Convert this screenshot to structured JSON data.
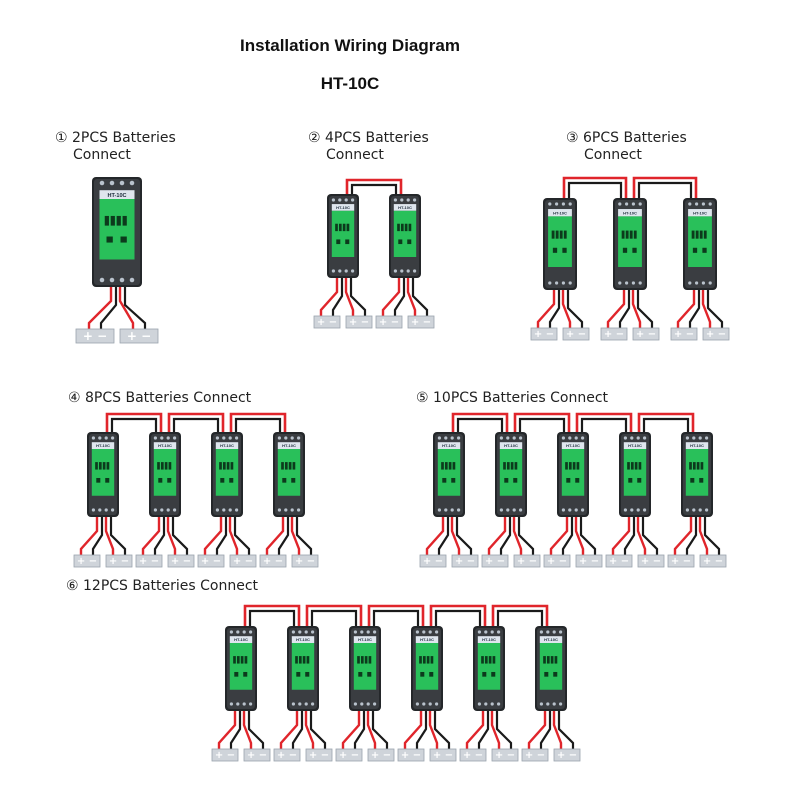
{
  "title": "Installation Wiring Diagram",
  "model": "HT-10C",
  "device_label": "HT-10C",
  "battery_terminals": "+ −",
  "colors": {
    "device_body": "#3a3d41",
    "device_frame": "#24272a",
    "screen": "#29c05a",
    "red_wire": "#e0252b",
    "black_wire": "#1a1a1a",
    "battery": "#cfd4da"
  },
  "configs": [
    {
      "id": 1,
      "label_line1": "① 2PCS Batteries",
      "label_line2": "Connect",
      "devices": 1,
      "batteries": 2
    },
    {
      "id": 2,
      "label_line1": "② 4PCS Batteries",
      "label_line2": "Connect",
      "devices": 2,
      "batteries": 4
    },
    {
      "id": 3,
      "label_line1": "③ 6PCS Batteries",
      "label_line2": "Connect",
      "devices": 3,
      "batteries": 6
    },
    {
      "id": 4,
      "label_line1": "④ 8PCS Batteries Connect",
      "label_line2": "",
      "devices": 4,
      "batteries": 8
    },
    {
      "id": 5,
      "label_line1": "⑤ 10PCS Batteries Connect",
      "label_line2": "",
      "devices": 5,
      "batteries": 10
    },
    {
      "id": 6,
      "label_line1": "⑥ 12PCS Batteries Connect",
      "label_line2": "",
      "devices": 6,
      "batteries": 12
    }
  ]
}
